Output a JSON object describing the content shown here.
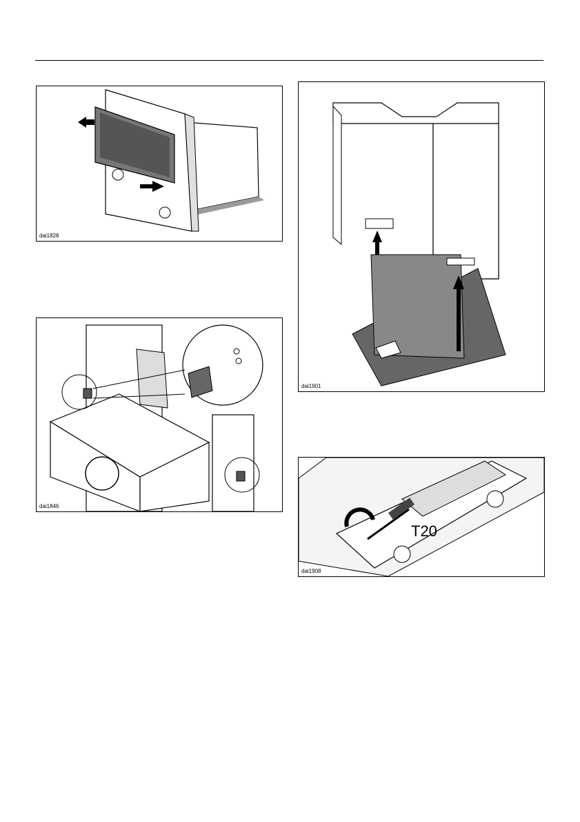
{
  "figures": [
    {
      "id": "dai1828"
    },
    {
      "id": "dai1901"
    },
    {
      "id": "dai1846"
    },
    {
      "id": "dai1908",
      "tool_label": "T20"
    }
  ]
}
